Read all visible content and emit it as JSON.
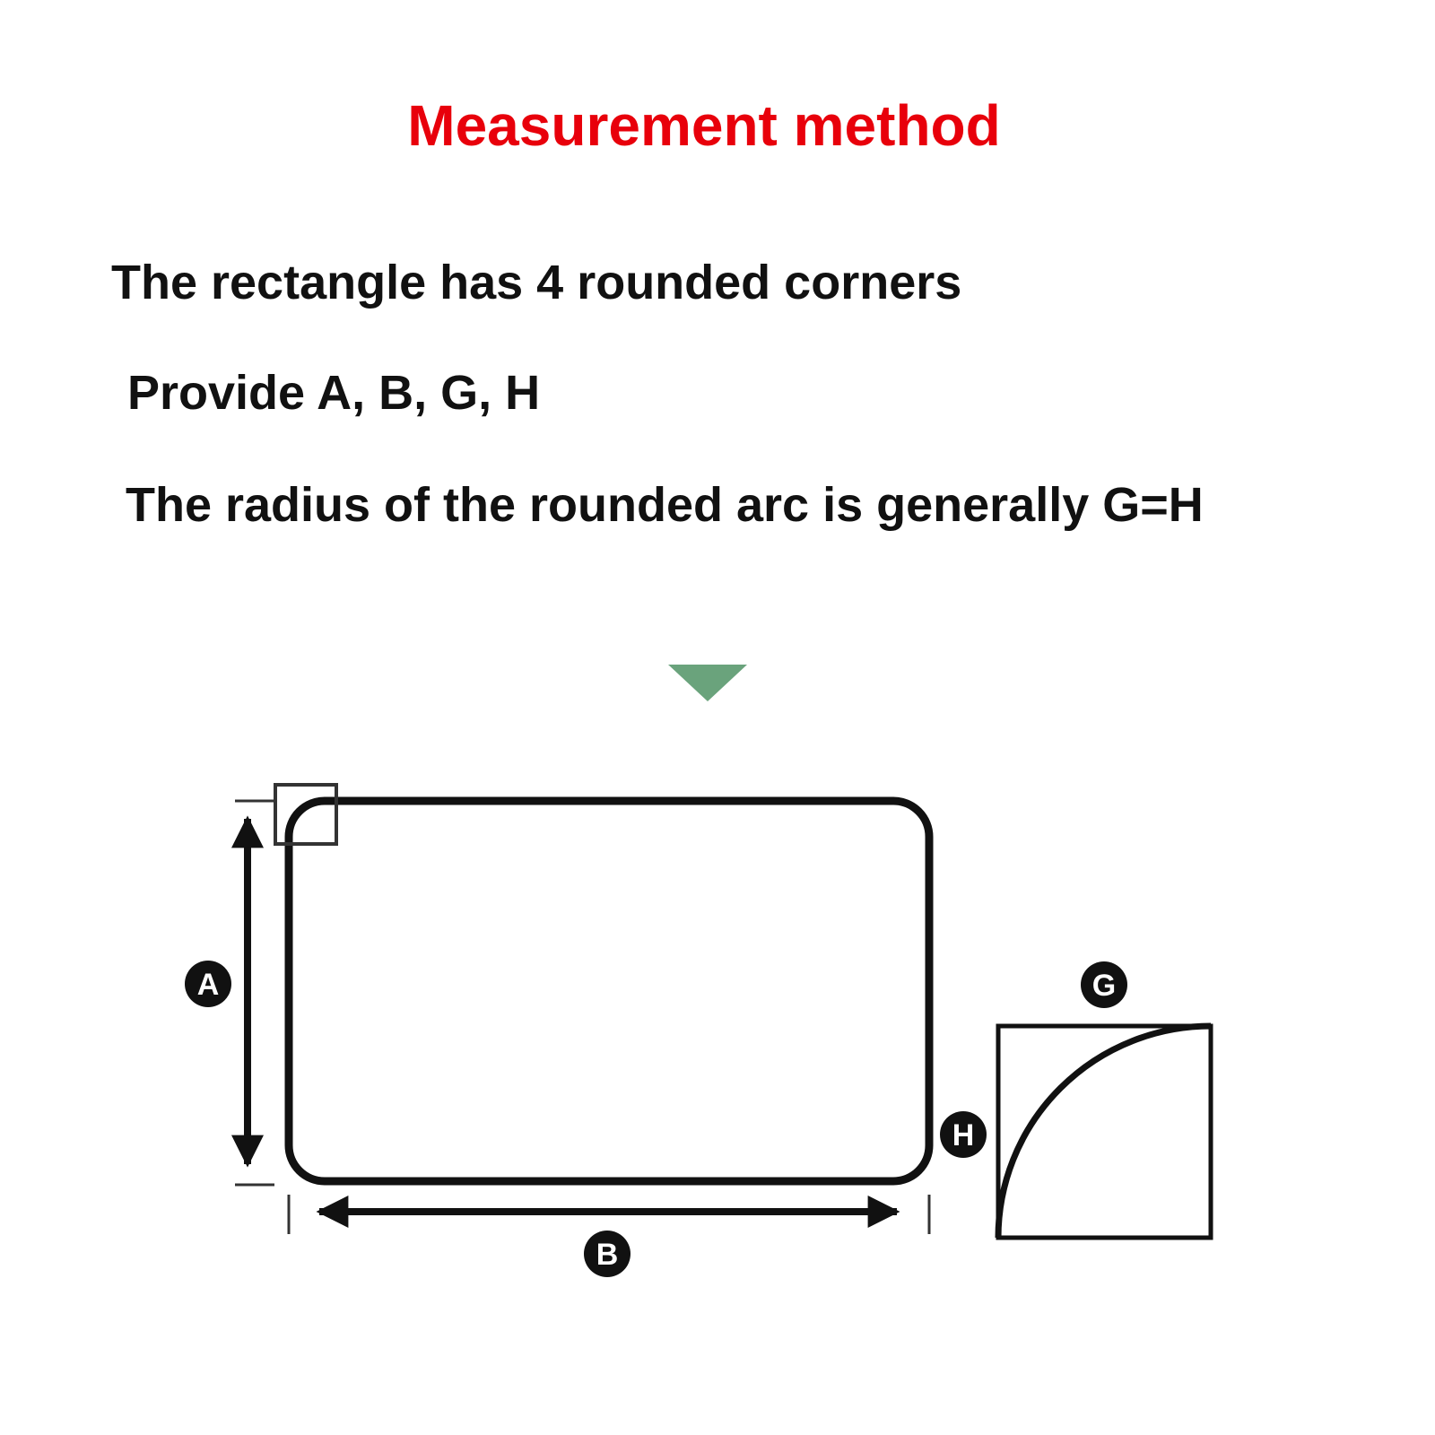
{
  "title": "Measurement method",
  "instructions": [
    "The rectangle has 4 rounded corners",
    "Provide A, B, G, H",
    "The radius of the rounded arc is generally G=H"
  ],
  "labels": {
    "a": "A",
    "b": "B",
    "g": "G",
    "h": "H"
  },
  "colors": {
    "title": "#e8000b",
    "text": "#111111",
    "pointer": "#6aa37c"
  },
  "icons": [
    "down-triangle-icon"
  ]
}
